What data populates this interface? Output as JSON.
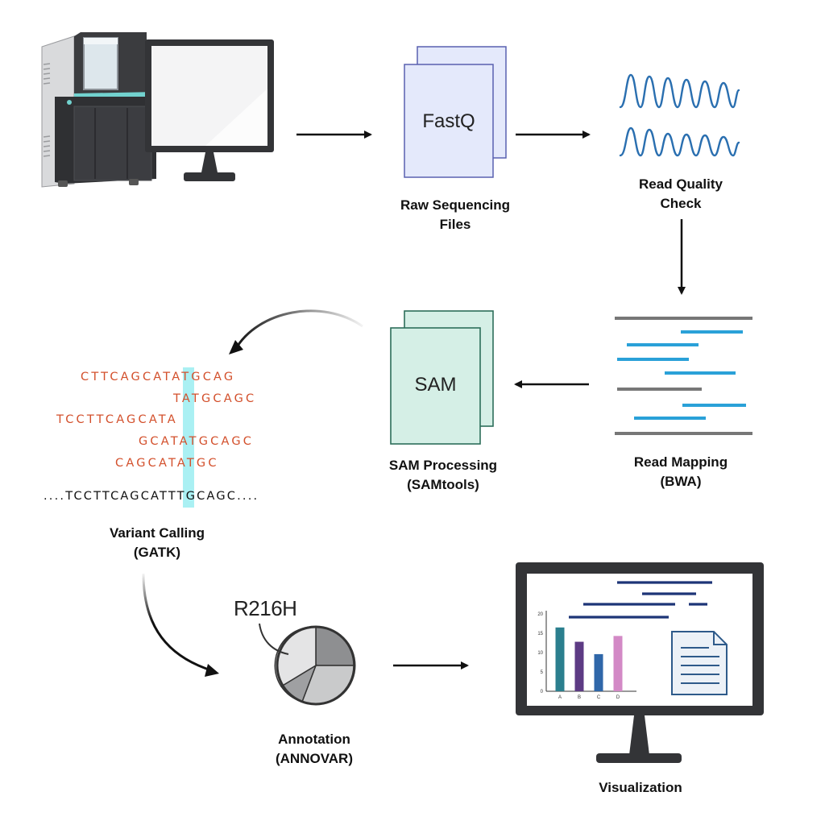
{
  "steps": {
    "raw": {
      "label": "Raw Sequencing\nFiles",
      "file_text": "FastQ"
    },
    "qc": {
      "label": "Read Quality\nCheck"
    },
    "mapping": {
      "label": "Read Mapping\n(BWA)"
    },
    "sam": {
      "label": "SAM Processing\n(SAMtools)",
      "file_text": "SAM"
    },
    "variant": {
      "label": "Variant Calling\n(GATK)"
    },
    "annotation": {
      "label": "Annotation\n(ANNOVAR)",
      "mutation": "R216H"
    },
    "viz": {
      "label": "Visualization"
    }
  },
  "alignment": {
    "reads": [
      "CTTCAGCATATGCAG",
      "TATGCAGC",
      "TCCTTCAGCATA",
      "GCATATGCAGC",
      "CAGCATATGC"
    ],
    "reference": "....TCCTTCAGCATTTGCAGC....",
    "highlight_color": "#aaf0f3",
    "read_color": "#d3502c"
  },
  "mini_chart": {
    "categories": [
      "A",
      "B",
      "C",
      "D"
    ],
    "values": [
      16.5,
      12.8,
      9.6,
      14.3
    ],
    "colors": [
      "#2b7f8e",
      "#5d3b84",
      "#2f67a9",
      "#d389c6"
    ],
    "y_ticks": [
      "0",
      "5",
      "10",
      "15",
      "20"
    ],
    "ylim": [
      0,
      20
    ]
  },
  "colors": {
    "fastq_fill": "#e4e9fb",
    "fastq_stroke": "#5961b0",
    "sam_fill": "#d5efe6",
    "sam_stroke": "#2d6e5a",
    "wave": "#2a6fb0",
    "mapped_read": "#2aa1d8",
    "ref_line": "#777777"
  }
}
